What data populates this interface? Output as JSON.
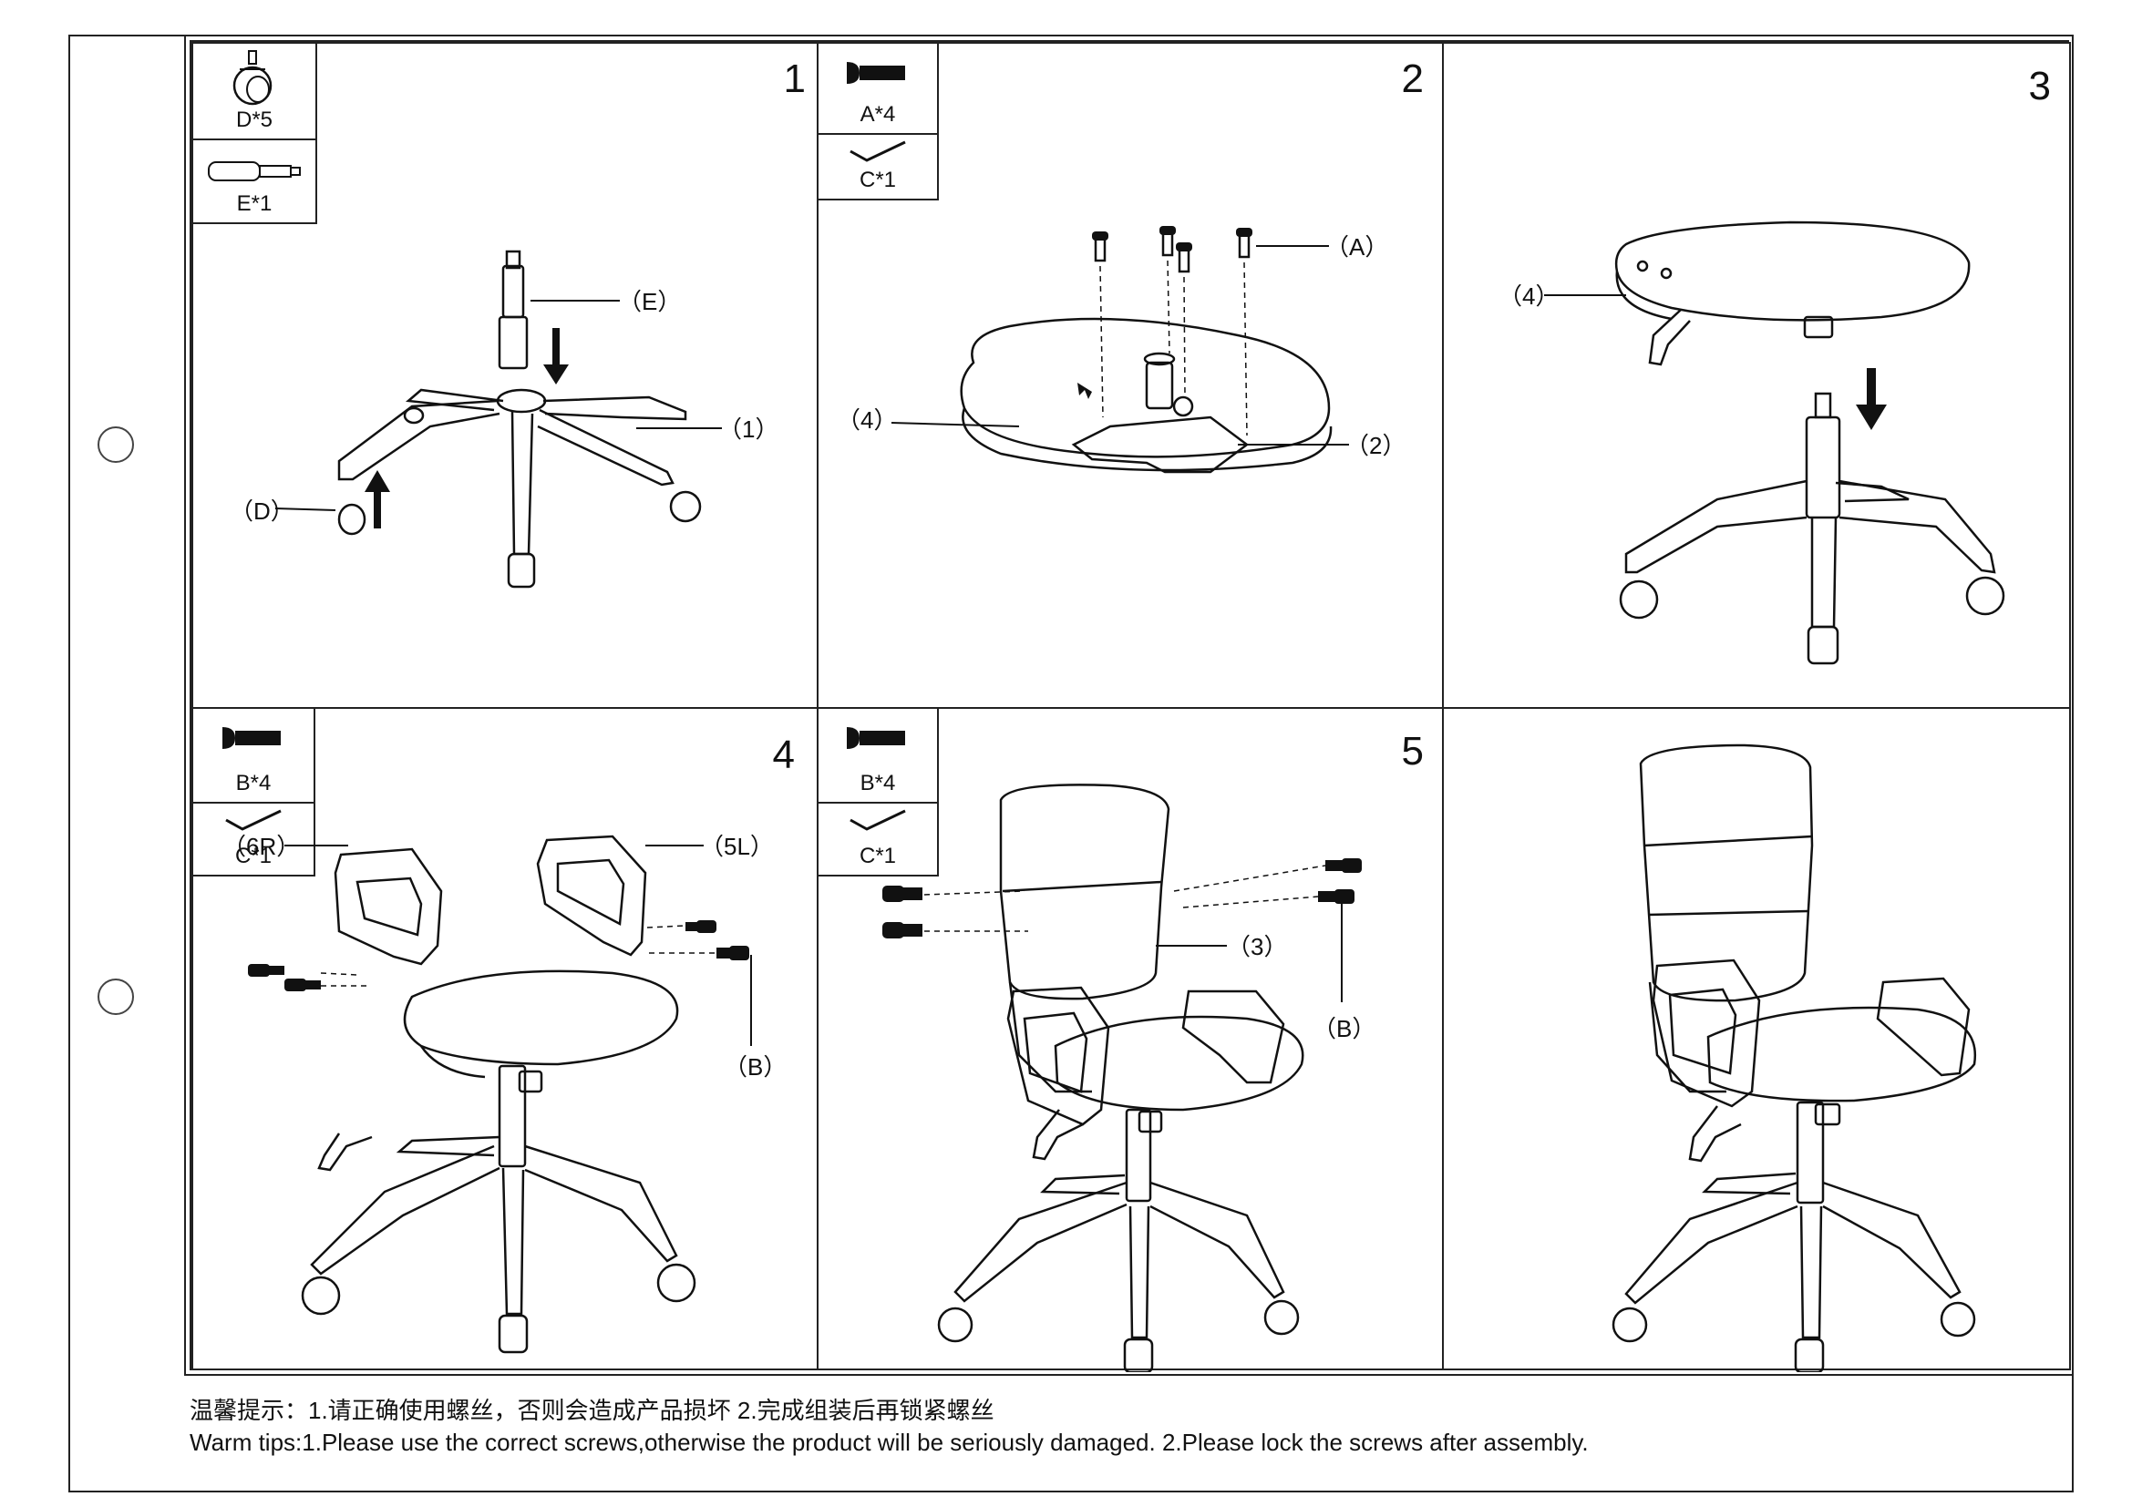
{
  "steps": [
    {
      "number": "1",
      "parts": [
        {
          "icon": "caster-icon",
          "label": "D*5"
        },
        {
          "icon": "gas-cylinder-icon",
          "label": "E*1"
        }
      ],
      "callouts": [
        "（E）",
        "（1）",
        "（D）"
      ]
    },
    {
      "number": "2",
      "parts": [
        {
          "icon": "screw-icon",
          "label": "A*4"
        },
        {
          "icon": "hex-key-icon",
          "label": "C*1"
        }
      ],
      "callouts": [
        "（A）",
        "（4）",
        "（2）"
      ]
    },
    {
      "number": "3",
      "parts": [],
      "callouts": [
        "（4）"
      ]
    },
    {
      "number": "4",
      "parts": [
        {
          "icon": "screw-icon",
          "label": "B*4"
        },
        {
          "icon": "hex-key-icon",
          "label": "C*1"
        }
      ],
      "callouts": [
        "（6R）",
        "（5L）",
        "（B）"
      ]
    },
    {
      "number": "5",
      "parts": [
        {
          "icon": "screw-icon",
          "label": "B*4"
        },
        {
          "icon": "hex-key-icon",
          "label": "C*1"
        }
      ],
      "callouts": [
        "（3）",
        "（B）"
      ]
    },
    {
      "number": "",
      "parts": [],
      "callouts": []
    }
  ],
  "tips": {
    "zh": "温馨提示：1.请正确使用螺丝，否则会造成产品损坏 2.完成组装后再锁紧螺丝",
    "en": "Warm tips:1.Please use the correct screws,otherwise the product will be seriously damaged.  2.Please lock the screws after assembly."
  }
}
